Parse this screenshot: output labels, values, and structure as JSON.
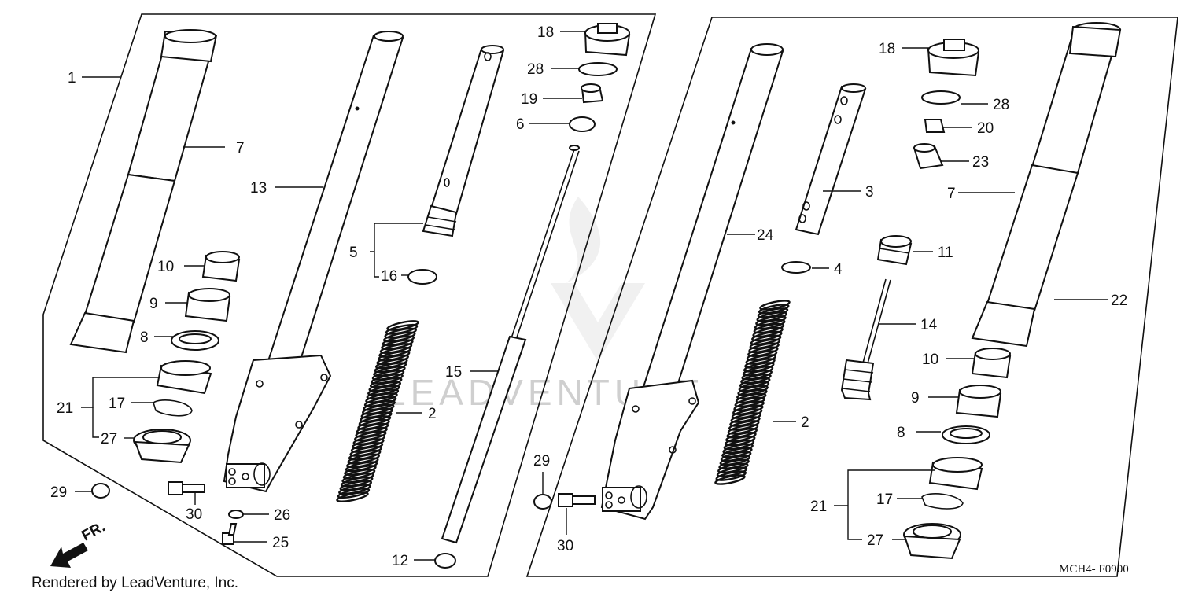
{
  "diagram": {
    "code": "MCH4- F0900",
    "credit": "Rendered by LeadVenture, Inc.",
    "watermark": "LEADVENTURE",
    "direction_label": "FR."
  },
  "left_panel": {
    "callouts": [
      "1",
      "7",
      "13",
      "5",
      "16",
      "10",
      "9",
      "8",
      "21",
      "17",
      "27",
      "29",
      "30",
      "26",
      "25",
      "2",
      "15",
      "12",
      "18",
      "28",
      "19",
      "6"
    ]
  },
  "right_panel": {
    "callouts": [
      "18",
      "28",
      "20",
      "23",
      "3",
      "24",
      "7",
      "22",
      "11",
      "4",
      "14",
      "10",
      "9",
      "8",
      "2",
      "21",
      "17",
      "27",
      "29",
      "30"
    ]
  }
}
